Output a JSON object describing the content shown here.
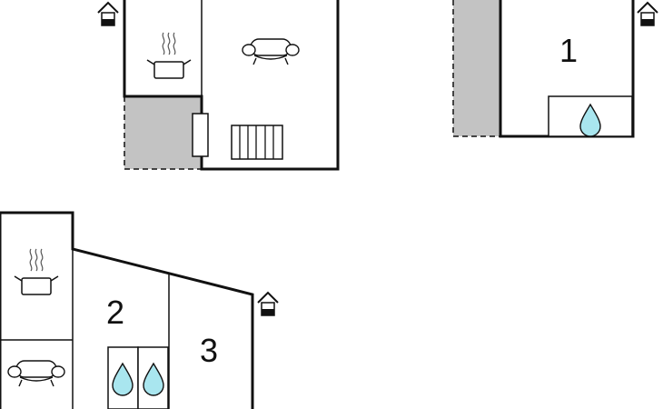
{
  "colors": {
    "wall": "#111111",
    "terrace_fill": "#c3c3c3",
    "water_fill": "#a9e6ef",
    "background": "#ffffff"
  },
  "icons": [
    "entrance-icon",
    "stove-icon",
    "sofa-icon",
    "radiator-icon",
    "water-drop-icon"
  ],
  "rooms": {
    "bedroom_1": {
      "number": "1"
    },
    "bedroom_2": {
      "number": "2"
    },
    "bedroom_3": {
      "number": "3"
    }
  }
}
